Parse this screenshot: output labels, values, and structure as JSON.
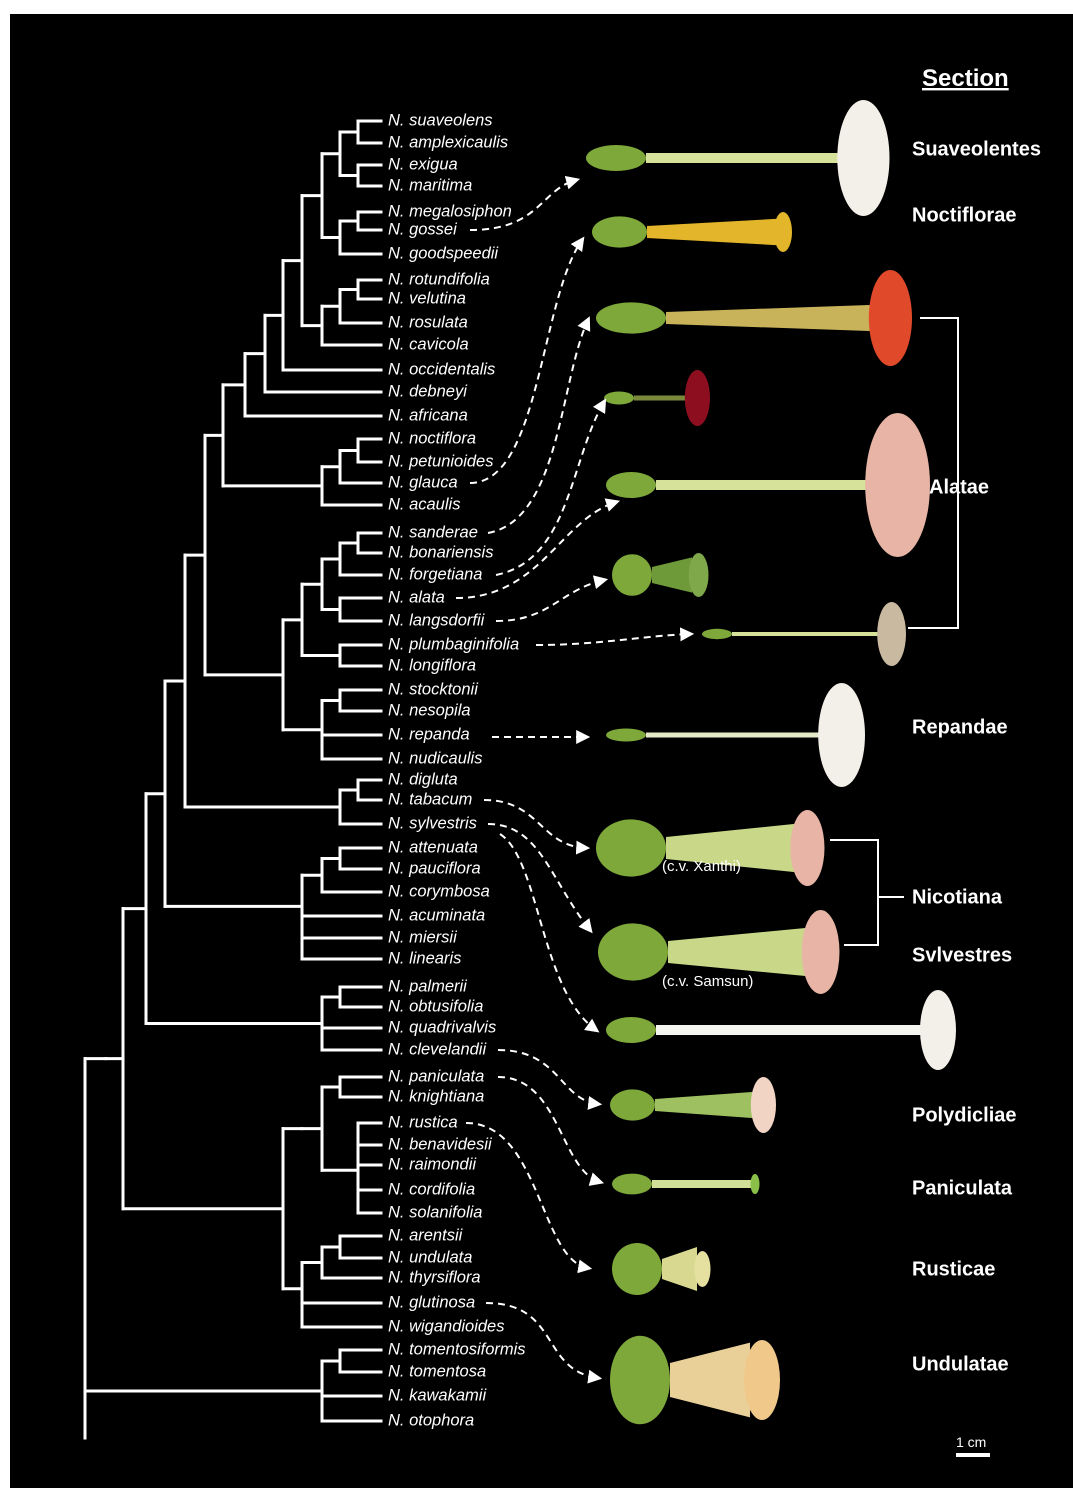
{
  "header": "Section",
  "taxa": [
    "N. suaveolens",
    "N. amplexicaulis",
    "N. exigua",
    "N. maritima",
    "N. megalosiphon",
    "N. gossei",
    "N. goodspeedii",
    "N. rotundifolia",
    "N. velutina",
    "N. rosulata",
    "N. cavicola",
    "N. occidentalis",
    "N. debneyi",
    "N. africana",
    "N. noctiflora",
    "N. petunioides",
    "N. glauca",
    "N. acaulis",
    "N. sanderae",
    "N. bonariensis",
    "N. forgetiana",
    "N. alata",
    "N. langsdorfii",
    "N. plumbaginifolia",
    "N. longiflora",
    "N. stocktonii",
    "N. nesopila",
    "N. repanda",
    "N. nudicaulis",
    "N. digluta",
    "N. tabacum",
    "N. sylvestris",
    "N. attenuata",
    "N. pauciflora",
    "N. corymbosa",
    "N. acuminata",
    "N. miersii",
    "N. linearis",
    "N. palmerii",
    "N. obtusifolia",
    "N. quadrivalvis",
    "N. clevelandii",
    "N. paniculata",
    "N. knightiana",
    "N. rustica",
    "N. benavidesii",
    "N. raimondii",
    "N. cordifolia",
    "N. solanifolia",
    "N. arentsii",
    "N. undulata",
    "N. thyrsiflora",
    "N. glutinosa",
    "N. wigandioides",
    "N. tomentosiformis",
    "N. tomentosa",
    "N. kawakamii",
    "N. otophora"
  ],
  "sections": {
    "suaveolentes": "Suaveolentes",
    "noctiflorae": "Noctiflorae",
    "alatae": "Alatae",
    "repandae": "Repandae",
    "nicotiana": "Nicotiana",
    "sylvestres": "Svlvestres",
    "polydicliae": "Polydicliae",
    "paniculata": "Paniculata",
    "rusticae": "Rusticae",
    "undulatae": "Undulatae"
  },
  "cultivars": {
    "xanthi": "(c.v. Xanthi)",
    "samsun": "(c.v. Samsun)"
  },
  "scale_bar": "1 cm",
  "colors": {
    "background": "#000000",
    "line": "#ffffff",
    "calyx_green": "#7ea83a",
    "tube_yellowgreen": "#d6e29a",
    "white_flower": "#f3efe9",
    "yellow_flower": "#e2b52a",
    "red_flower": "#e04a2a",
    "crimson_flower": "#8d0f1f",
    "pink_flower": "#e7b4a5"
  }
}
